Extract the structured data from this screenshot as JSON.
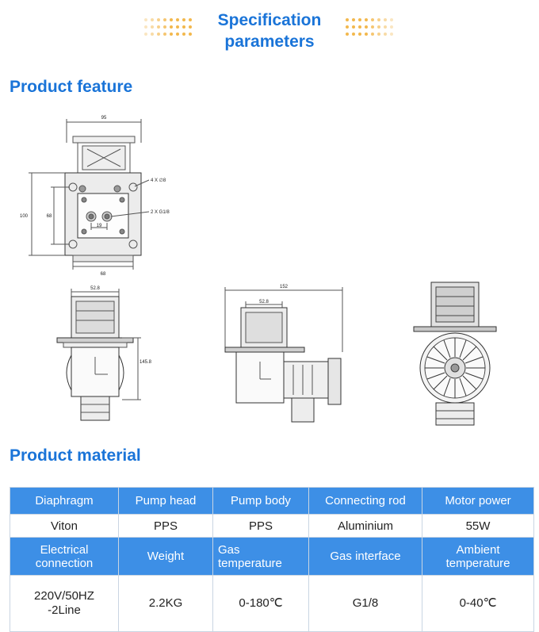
{
  "header": {
    "title_line1": "Specification",
    "title_line2": "parameters",
    "accent_color": "#1a74d8",
    "dots_color": "#f2b84d"
  },
  "feature": {
    "title": "Product feature",
    "top_view": {
      "width": "95",
      "height": "100",
      "hole_spacing_v": "68",
      "hole_spacing_h": "68",
      "holes": "4 X ∅8",
      "ports": "2 X G1/8",
      "port_spacing": "19"
    },
    "front_view": {
      "width": "52.8",
      "height": "145.8"
    },
    "side_view": {
      "length": "152",
      "width": "52.8"
    }
  },
  "material": {
    "title": "Product material",
    "header_color": "#3d8fe6",
    "row1_headers": [
      "Diaphragm",
      "Pump head",
      "Pump body",
      "Connecting rod",
      "Motor power"
    ],
    "row1_values": [
      "Viton",
      "PPS",
      "PPS",
      "Aluminium",
      "55W"
    ],
    "row2_headers": [
      "Electrical\nconnection",
      "Weight",
      "Gas\ntemperature",
      "Gas interface",
      "Ambient\ntemperature"
    ],
    "row2_values": [
      "220V/50HZ\n-2Line",
      "2.2KG",
      "0-180℃",
      "G1/8",
      "0-40℃"
    ]
  }
}
